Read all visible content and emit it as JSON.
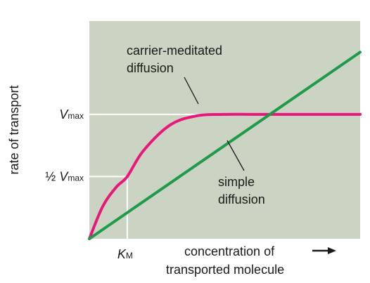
{
  "chart_data": {
    "type": "line",
    "xlabel_line1": "concentration of",
    "xlabel_line2": "transported molecule",
    "ylabel": "rate of transport",
    "xlim": [
      0,
      10
    ],
    "ylim": [
      0,
      8.4
    ],
    "y_ticks": [
      {
        "main": "V",
        "sub": "max",
        "prefix": "",
        "value": 4.8
      },
      {
        "main": "V",
        "sub": "max",
        "prefix": "½",
        "value": 2.4
      }
    ],
    "x_ticks": [
      {
        "main": "K",
        "sub": "M",
        "value": 1.4
      }
    ],
    "series": [
      {
        "name": "carrier-meditated diffusion",
        "name_line1": "carrier-meditated",
        "name_line2": "diffusion",
        "kind": "michaelis-menten",
        "vmax": 4.8,
        "km": 1.4,
        "x": [
          0,
          0.5,
          1,
          1.4,
          2,
          3,
          4,
          5,
          6,
          7,
          8,
          9,
          10
        ],
        "y": [
          0,
          1.26,
          2.0,
          2.4,
          3.4,
          4.4,
          4.75,
          4.8,
          4.8,
          4.8,
          4.8,
          4.8,
          4.8
        ],
        "color": "#e8177a"
      },
      {
        "name": "simple diffusion",
        "name_line1": "simple",
        "name_line2": "diffusion",
        "kind": "linear",
        "x": [
          0,
          10
        ],
        "y": [
          0,
          7.2
        ],
        "color": "#1f9a4a"
      }
    ],
    "plot_background": "#cbd3c3",
    "guide_line_color": "#ffffff",
    "grid": false
  }
}
